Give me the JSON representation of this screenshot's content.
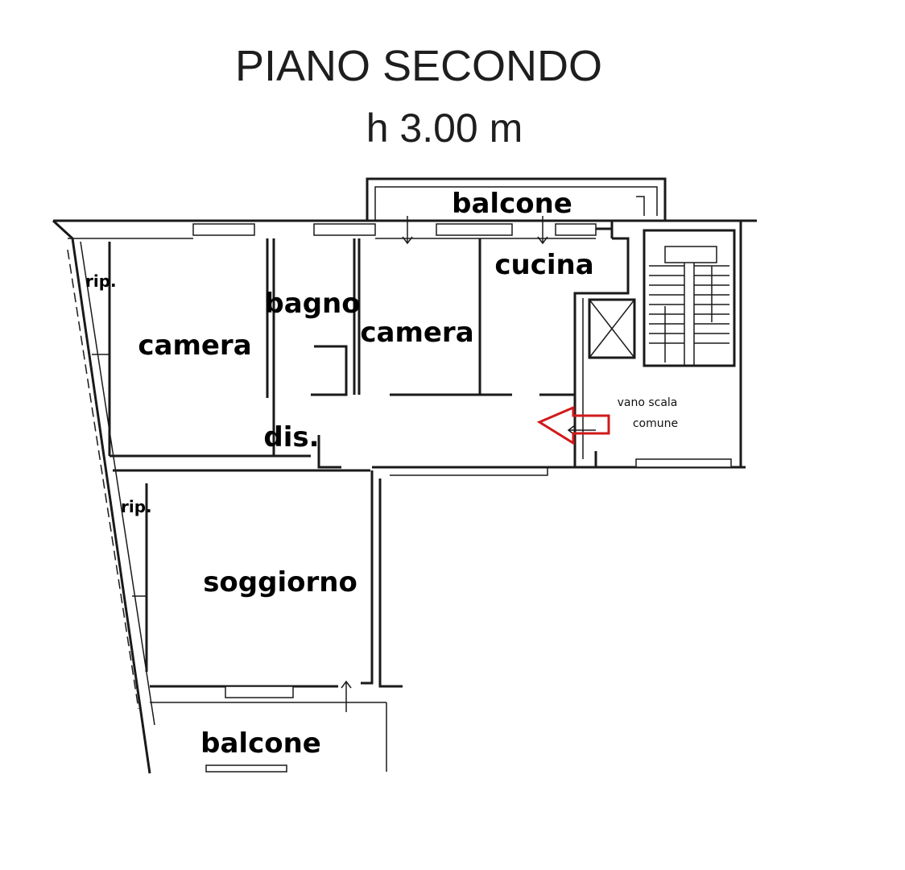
{
  "plan": {
    "title": "PIANO SECONDO",
    "height": "h 3.00 m",
    "rooms": {
      "balcone_top": "balcone",
      "cucina": "cucina",
      "rip_top": "rip.",
      "bagno": "bagno",
      "camera_left": "camera",
      "camera_mid": "camera",
      "dis": "dis.",
      "rip_bottom": "rip.",
      "soggiorno": "soggiorno",
      "balcone_bottom": "balcone"
    },
    "stair": {
      "line1": "vano scala",
      "line2": "comune"
    },
    "entrance_arrow_color": "#d11a1a"
  }
}
